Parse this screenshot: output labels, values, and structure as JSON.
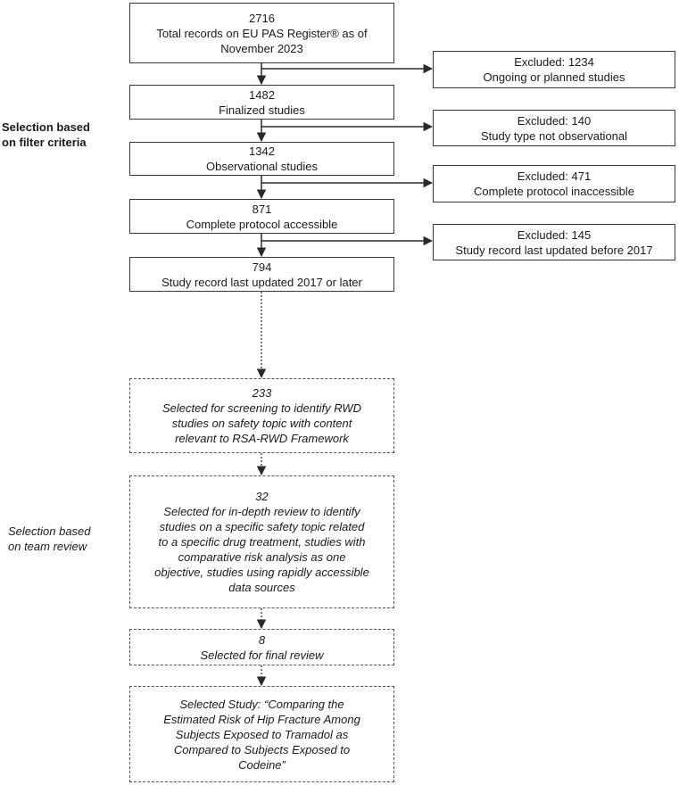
{
  "main_boxes": [
    {
      "count": "2716",
      "text": "Total records on EU PAS Register® as of\nNovember 2023"
    },
    {
      "count": "1482",
      "text": "Finalized studies"
    },
    {
      "count": "1342",
      "text": "Observational studies"
    },
    {
      "count": "871",
      "text": "Complete protocol accessible"
    },
    {
      "count": "794",
      "text": "Study record last updated 2017 or later"
    }
  ],
  "excluded_boxes": [
    {
      "count": "Excluded: 1234",
      "text": "Ongoing or planned studies"
    },
    {
      "count": "Excluded: 140",
      "text": "Study type not observational"
    },
    {
      "count": "Excluded: 471",
      "text": "Complete protocol inaccessible"
    },
    {
      "count": "Excluded: 145",
      "text": "Study record last updated before 2017"
    }
  ],
  "review_boxes": [
    {
      "count": "233",
      "text": "Selected for screening to identify RWD\nstudies on safety topic with content\nrelevant to RSA-RWD Framework"
    },
    {
      "count": "32",
      "text": "Selected for in-depth review to identify\nstudies on a specific safety topic related\nto a specific drug treatment, studies with\ncomparative risk analysis as one\nobjective, studies using rapidly accessible\ndata sources"
    },
    {
      "count": "8",
      "text": "Selected for final review"
    },
    {
      "count": "",
      "text": "Selected Study: “Comparing the\nEstimated Risk of Hip Fracture Among\nSubjects Exposed to Tramadol as\nCompared to Subjects Exposed to\nCodeine”"
    }
  ],
  "side_labels": {
    "filter": "Selection based\non filter criteria",
    "team": "Selection based\non team review"
  }
}
